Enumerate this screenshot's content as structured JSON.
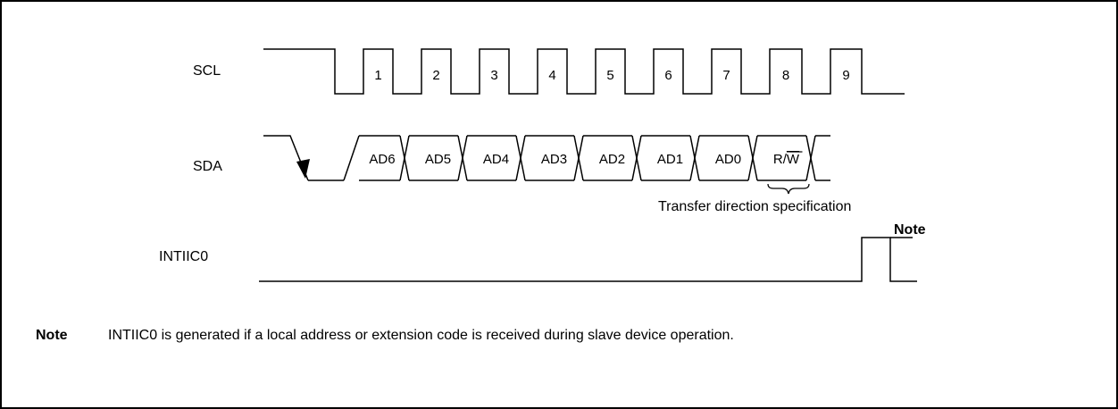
{
  "signals": {
    "scl": "SCL",
    "sda": "SDA",
    "intiic": "INTIIC0"
  },
  "scl_pulses": [
    "1",
    "2",
    "3",
    "4",
    "5",
    "6",
    "7",
    "8",
    "9"
  ],
  "sda_bits": [
    {
      "name": "ad6",
      "label": "AD6"
    },
    {
      "name": "ad5",
      "label": "AD5"
    },
    {
      "name": "ad4",
      "label": "AD4"
    },
    {
      "name": "ad3",
      "label": "AD3"
    },
    {
      "name": "ad2",
      "label": "AD2"
    },
    {
      "name": "ad1",
      "label": "AD1"
    },
    {
      "name": "ad0",
      "label": "AD0"
    },
    {
      "name": "rw",
      "label": "R/W",
      "overline": "W"
    }
  ],
  "rw_annotation": "Transfer direction specification",
  "intiic_note_marker": "Note",
  "footnote": {
    "label": "Note",
    "text": "INTIIC0 is generated if a local address or extension code is received during slave device operation."
  }
}
